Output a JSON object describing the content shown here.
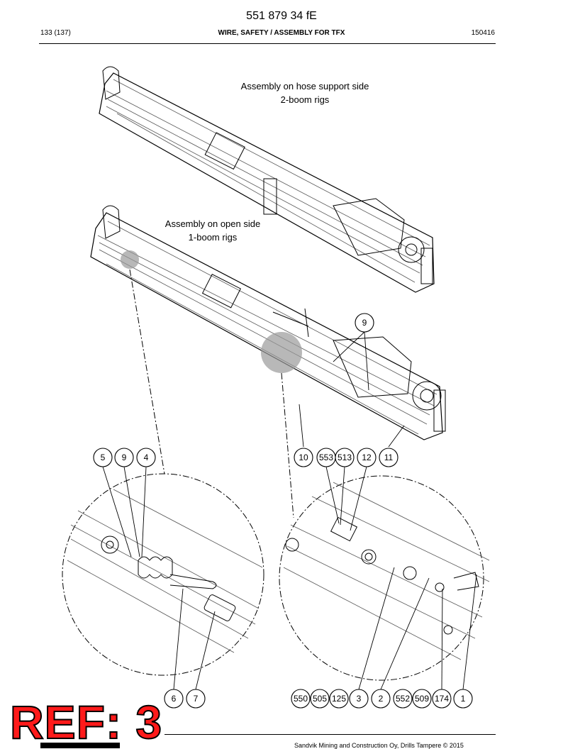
{
  "header": {
    "document_number": "551 879 34 fE",
    "page": "133 (137)",
    "title": "WIRE, SAFETY / ASSEMBLY FOR TFX",
    "code": "150416"
  },
  "captions": {
    "hose_side": [
      "Assembly on hose support side",
      "2-boom rigs"
    ],
    "open_side": [
      "Assembly on open side",
      "1-boom rigs"
    ]
  },
  "callouts": {
    "upper": [
      "9"
    ],
    "left_detail_top": [
      "5",
      "9",
      "4"
    ],
    "left_detail_bottom": [
      "6",
      "7"
    ],
    "right_detail_top": [
      "10",
      "553",
      "513",
      "12",
      "11"
    ],
    "right_detail_bottom": [
      "550",
      "505",
      "125",
      "3",
      "2",
      "552",
      "509",
      "174",
      "1"
    ]
  },
  "footer": {
    "copyright": "Sandvik Mining and Construction Oy, Drills Tampere © 2015"
  },
  "stamp": {
    "text": "REF: 3",
    "color": "#ff1a1a"
  },
  "colors": {
    "highlight": "#9a9a9a"
  }
}
